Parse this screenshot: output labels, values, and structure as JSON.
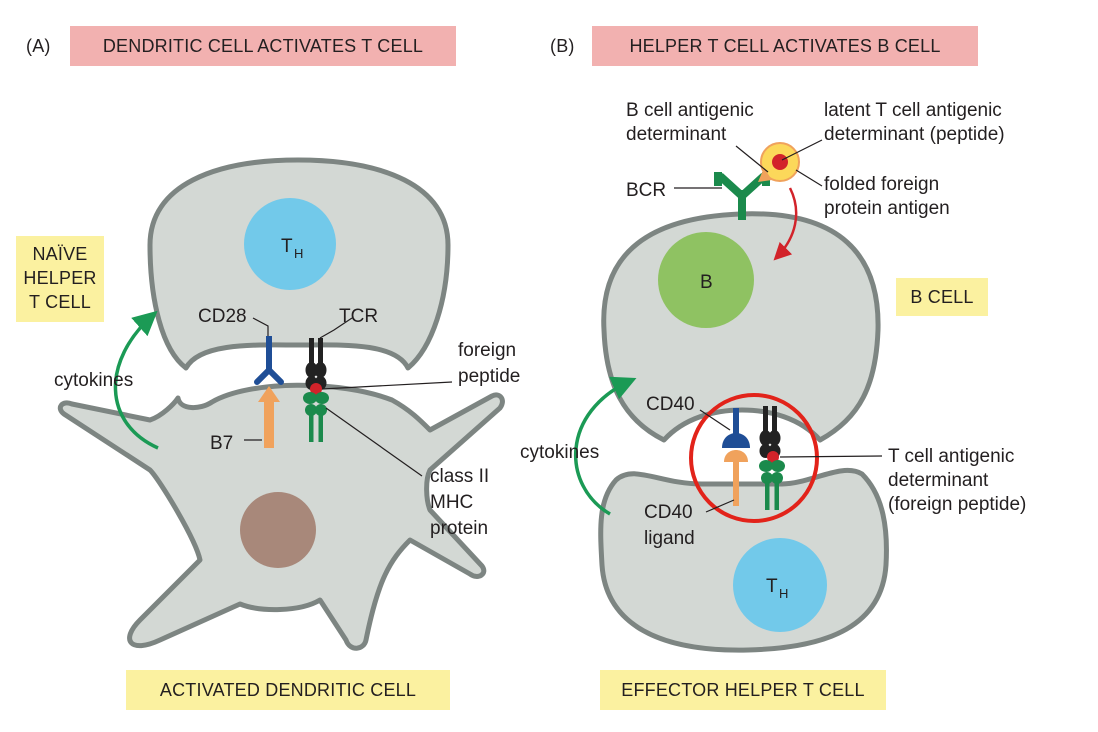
{
  "panel_a": {
    "letter": "(A)",
    "title": "DENDRITIC CELL ACTIVATES T CELL",
    "top_cell_label": [
      "NAÏVE",
      "HELPER",
      "T CELL"
    ],
    "bottom_cell_label": "ACTIVATED DENDRITIC CELL",
    "nucleus_t": "T",
    "nucleus_t_sub": "H",
    "cd28": "CD28",
    "tcr": "TCR",
    "b7": "B7",
    "cytokines": "cytokines",
    "foreign_peptide": [
      "foreign",
      "peptide"
    ],
    "mhc": [
      "class II",
      "MHC",
      "protein"
    ]
  },
  "panel_b": {
    "letter": "(B)",
    "title": "HELPER T CELL ACTIVATES B CELL",
    "top_cell_label": "B CELL",
    "bottom_cell_label": "EFFECTOR HELPER T CELL",
    "b_nucleus": "B",
    "t_nucleus": "T",
    "t_nucleus_sub": "H",
    "bcr": "BCR",
    "b_determinant": [
      "B cell antigenic",
      "determinant"
    ],
    "latent_determinant": [
      "latent T cell antigenic",
      "determinant (peptide)"
    ],
    "folded_antigen": [
      "folded foreign",
      "protein antigen"
    ],
    "cd40": "CD40",
    "cytokines": "cytokines",
    "cd40_ligand": [
      "CD40",
      "ligand"
    ],
    "t_determinant": [
      "T cell antigenic",
      "determinant",
      "(foreign peptide)"
    ]
  },
  "colors": {
    "title_bg": "#f2b1b0",
    "label_bg": "#fbf1a0",
    "cell_fill": "#d3d8d4",
    "cell_stroke": "#7d8582",
    "t_nucleus": "#72c9ea",
    "b_nucleus": "#8fc262",
    "dc_nucleus": "#a8887a",
    "receptor_green": "#1b8a4c",
    "cd28_blue": "#1f4e96",
    "b7_orange": "#f0a25c",
    "peptide_red": "#d2232a",
    "arrow_green": "#1b9a55",
    "circle_red": "#e2231a",
    "antigen_yellow": "#fcd85a"
  }
}
